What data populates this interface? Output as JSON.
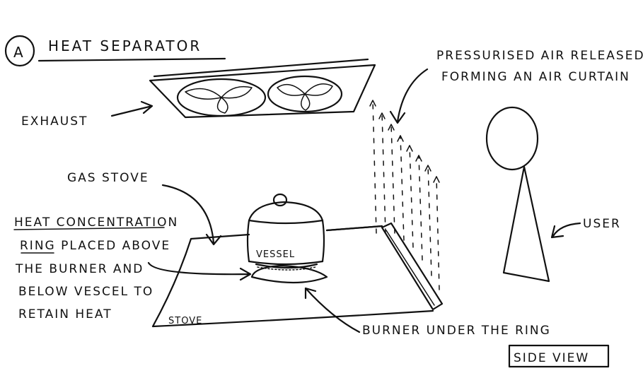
{
  "section_marker": "A",
  "title": "HEAT SEPARATOR",
  "labels": {
    "air_curtain_line1": "PRESSURISED AIR RELEASED",
    "air_curtain_line2": "FORMING AN AIR CURTAIN",
    "exhaust": "EXHAUST",
    "gas_stove": "GAS STOVE",
    "ring_line1": "HEAT CONCENTRATION",
    "ring_line2": "RING PLACED ABOVE",
    "ring_line3": "THE BURNER AND",
    "ring_line4": "BELOW VESCEL TO",
    "ring_line5": "RETAIN HEAT",
    "vessel": "VESSEL",
    "stove": "STOVE",
    "burner": "BURNER UNDER THE RING",
    "user": "USER",
    "side_view": "SIDE VIEW"
  }
}
